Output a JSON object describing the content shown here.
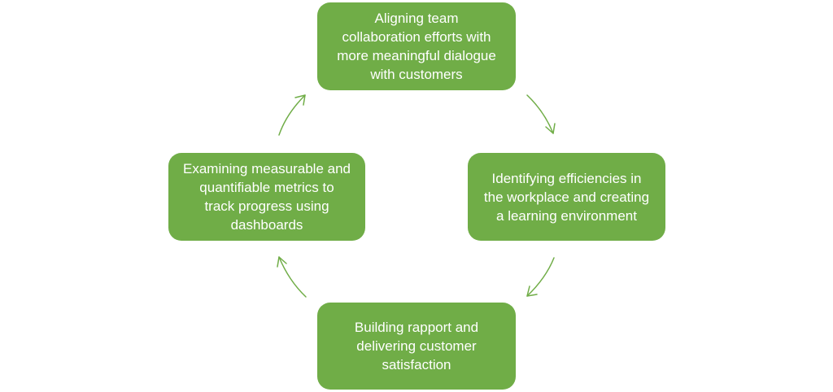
{
  "diagram": {
    "nodes": {
      "top": "Aligning team\ncollaboration efforts with\nmore meaningful dialogue\nwith customers",
      "right": "Identifying efficiencies in\nthe workplace and creating\na learning environment",
      "bottom": "Building rapport and\ndelivering customer\nsatisfaction",
      "left": "Examining measurable and\nquantifiable metrics to\ntrack progress using\ndashboards"
    },
    "colors": {
      "box_fill": "#70ad47",
      "arrow": "#70ad47",
      "text": "#ffffff"
    }
  }
}
